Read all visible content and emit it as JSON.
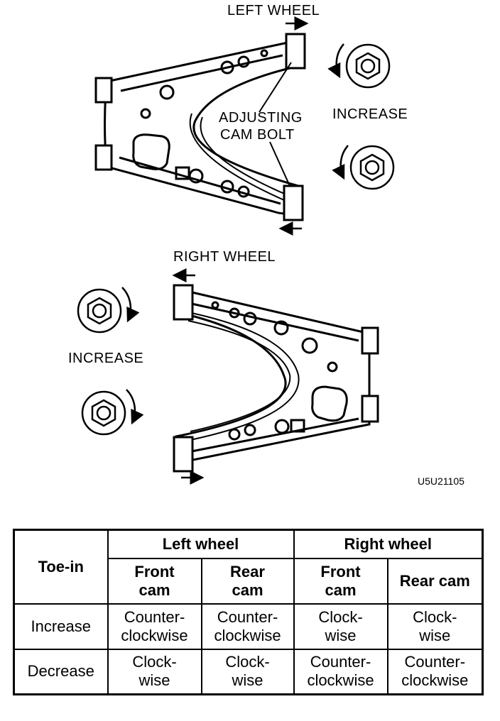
{
  "labels": {
    "left_wheel": "LEFT WHEEL",
    "right_wheel": "RIGHT WHEEL",
    "adjusting_line1": "ADJUSTING",
    "adjusting_line2": "CAM BOLT",
    "increase_top": "INCREASE",
    "increase_bottom": "INCREASE",
    "figure_code": "U5U21105"
  },
  "table": {
    "corner": "Toe-in",
    "left_wheel": "Left wheel",
    "right_wheel": "Right wheel",
    "lw_front_1": "Front",
    "lw_front_2": "cam",
    "lw_rear_1": "Rear",
    "lw_rear_2": "cam",
    "rw_front_1": "Front",
    "rw_front_2": "cam",
    "rw_rear": "Rear cam",
    "row_increase": {
      "label": "Increase",
      "c1a": "Counter-",
      "c1b": "clockwise",
      "c2a": "Counter-",
      "c2b": "clockwise",
      "c3a": "Clock-",
      "c3b": "wise",
      "c4a": "Clock-",
      "c4b": "wise"
    },
    "row_decrease": {
      "label": "Decrease",
      "c1a": "Clock-",
      "c1b": "wise",
      "c2a": "Clock-",
      "c2b": "wise",
      "c3a": "Counter-",
      "c3b": "clockwise",
      "c4a": "Counter-",
      "c4b": "clockwise"
    }
  }
}
